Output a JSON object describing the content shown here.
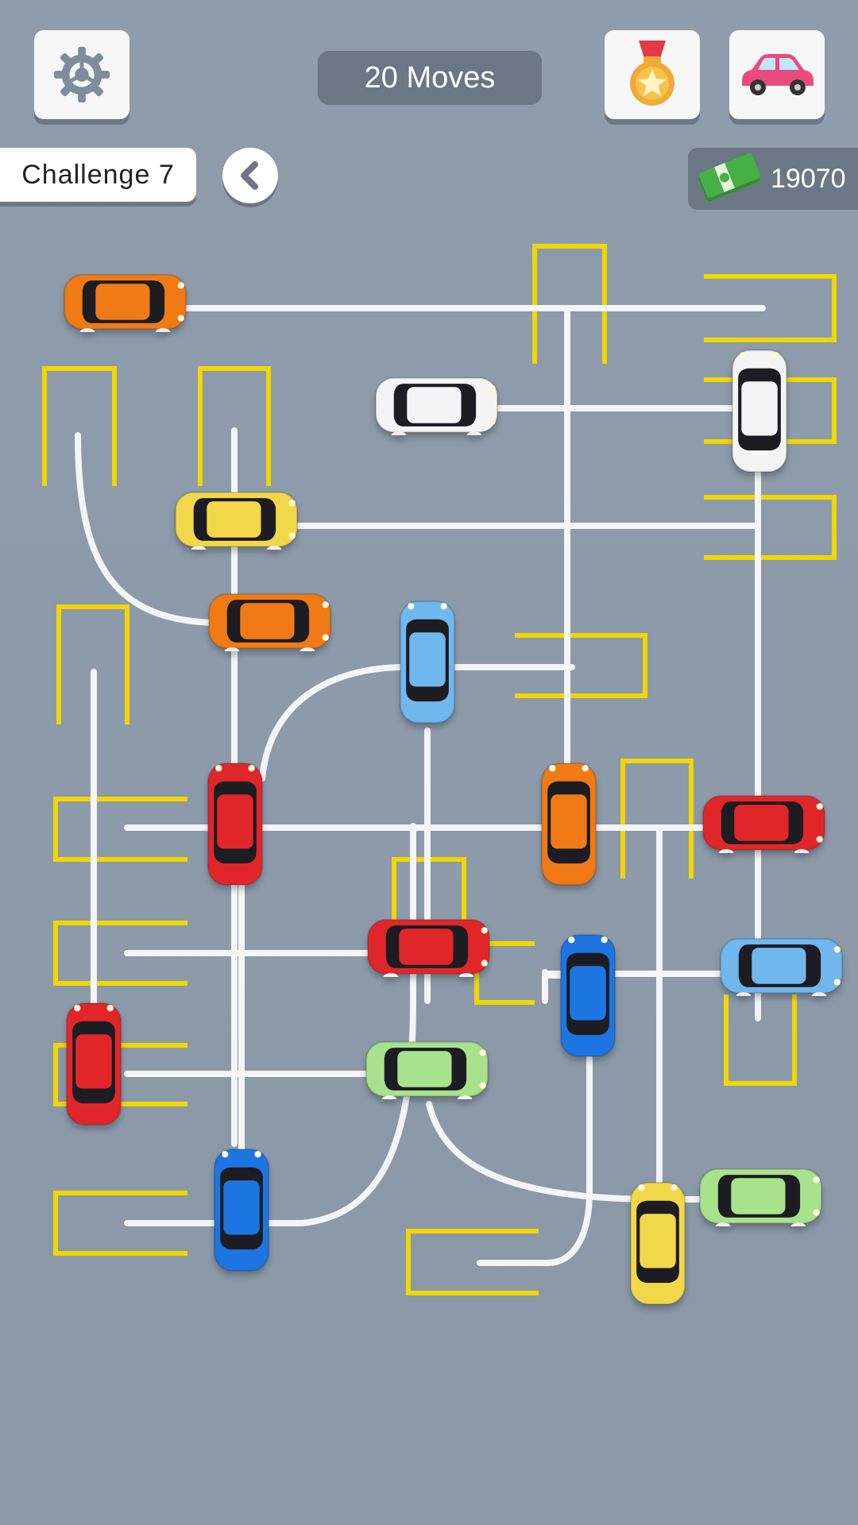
{
  "hud": {
    "moves_label": "20 Moves",
    "challenge_label": "Challenge 7",
    "cash_amount": "19070"
  },
  "icons": {
    "settings": "gear-icon",
    "achievements": "medal-icon",
    "garage": "car-icon",
    "back": "chevron-left-icon",
    "cash": "cash-icon"
  },
  "colors": {
    "background": "#8c9aaa",
    "road": "#f4f5f7",
    "parking_lines": "#f2d600",
    "hud_badge": "#6b7784",
    "car_orange": "#ef7a12",
    "car_white": "#f4f4f4",
    "car_yellow": "#f2d84a",
    "car_light_blue": "#6fb7ee",
    "car_red": "#e1262b",
    "car_blue": "#1e74e0",
    "car_light_green": "#a9e28c"
  },
  "cars": [
    {
      "color": "orange"
    },
    {
      "color": "white"
    },
    {
      "color": "white"
    },
    {
      "color": "yellow"
    },
    {
      "color": "orange"
    },
    {
      "color": "light-blue"
    },
    {
      "color": "red"
    },
    {
      "color": "orange"
    },
    {
      "color": "red"
    },
    {
      "color": "red"
    },
    {
      "color": "blue"
    },
    {
      "color": "light-blue"
    },
    {
      "color": "red"
    },
    {
      "color": "light-green"
    },
    {
      "color": "blue"
    },
    {
      "color": "light-green"
    },
    {
      "color": "yellow"
    }
  ]
}
